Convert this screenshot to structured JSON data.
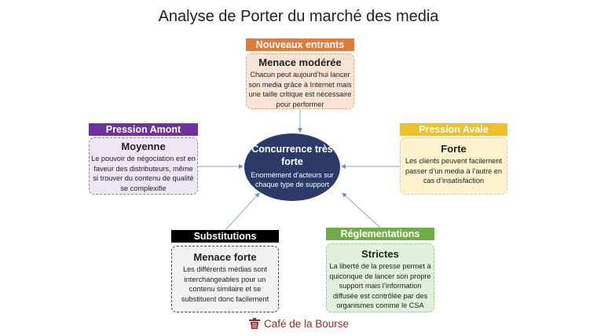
{
  "title": "Analyse de Porter du marché des media",
  "center": {
    "heading": "Concurrence très forte",
    "text": "Enormément d’acteurs sur chaque type de support",
    "color": "#2b3a67"
  },
  "forces": {
    "nouveaux": {
      "label": "Nouveaux entrants",
      "heading": "Menace modérée",
      "text": "Chacun peut aujourd’hui lancer son media grâce à Internet mais une taille critique est nécessaire pour performer",
      "color": "#e07b39"
    },
    "amont": {
      "label": "Pression Amont",
      "heading": "Moyenne",
      "text": "Le pouvoir de négociation est en faveur des distributeurs, même si trouver du contenu de qualité se complexifie",
      "color": "#7030a0"
    },
    "avale": {
      "label": "Pression Avale",
      "heading": "Forte",
      "text": "Les clients peuvent facilement passer d’un media à l’autre en cas d’insatisfaction",
      "color": "#f0bf2a"
    },
    "substitutions": {
      "label": "Substitutions",
      "heading": "Menace forte",
      "text": "Les différents médias sont interchangeables pour un contenu similaire et se substituent donc facilement",
      "color": "#000000"
    },
    "reglementations": {
      "label": "Réglementations",
      "heading": "Strictes",
      "text": "La liberté de la presse permet à quiconque de lancer son propre support mais l’information diffusée est contrôlée par des organismes comme le CSA",
      "color": "#70ad47"
    }
  },
  "logo": {
    "text": "Café de la Bourse",
    "icon": "trash-bin-icon"
  }
}
